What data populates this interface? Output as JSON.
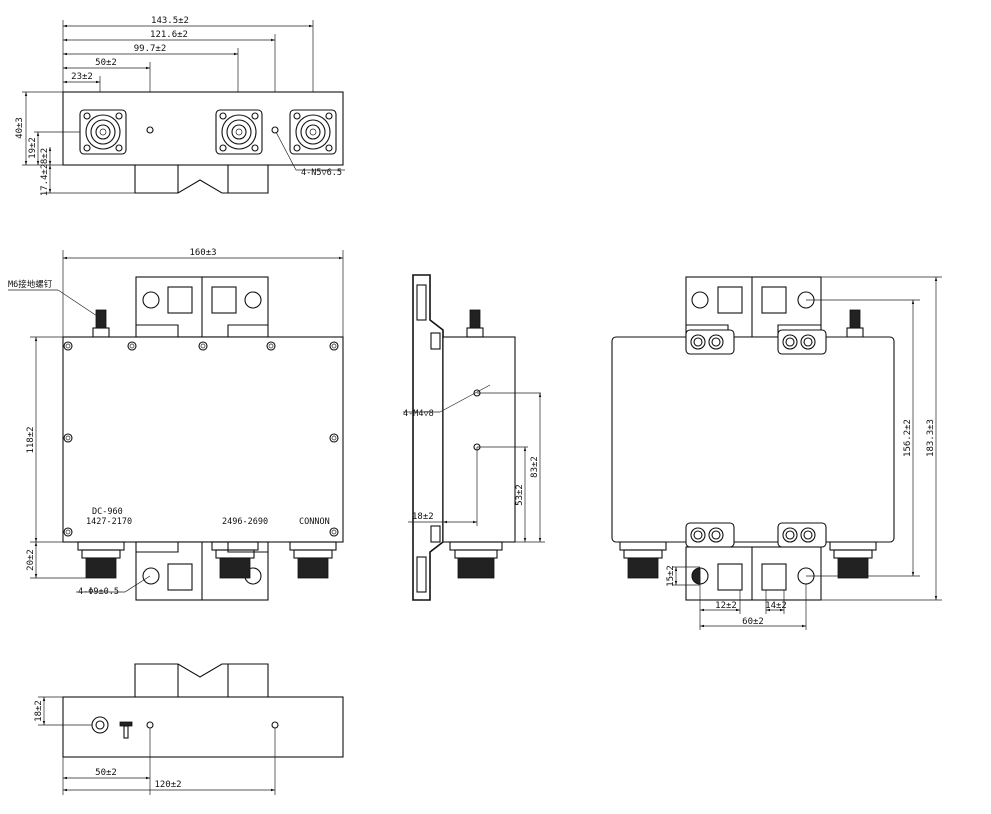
{
  "top_view": {
    "dim_143": "143.5±2",
    "dim_121": "121.6±2",
    "dim_99": "99.7±2",
    "dim_50": "50±2",
    "dim_23": "23±2",
    "dim_40": "40±3",
    "dim_19": "19±2",
    "dim_8": "8±2",
    "dim_17": "17.4±2",
    "note_holes": "4-N5▽6.5"
  },
  "front_view": {
    "dim_160": "160±3",
    "dim_118": "118±2",
    "dim_20": "20±2",
    "note_m6": "M6接地螺钉",
    "note_holes": "4-Φ9±0.5",
    "port1_label_a": "DC-960",
    "port1_label_b": "1427-2170",
    "port2_label": "2496-2690",
    "port3_label": "CONNON"
  },
  "side_view": {
    "note_m4": "4-M4▽8",
    "dim_18": "18±2",
    "dim_53": "53±2",
    "dim_83": "83±2"
  },
  "rear_view": {
    "dim_156": "156.2±2",
    "dim_183": "183.3±3",
    "dim_15": "15±2",
    "dim_12": "12±2",
    "dim_14": "14±2",
    "dim_60": "60±2"
  },
  "bottom_view": {
    "dim_18": "18±2",
    "dim_50": "50±2",
    "dim_120": "120±2"
  }
}
